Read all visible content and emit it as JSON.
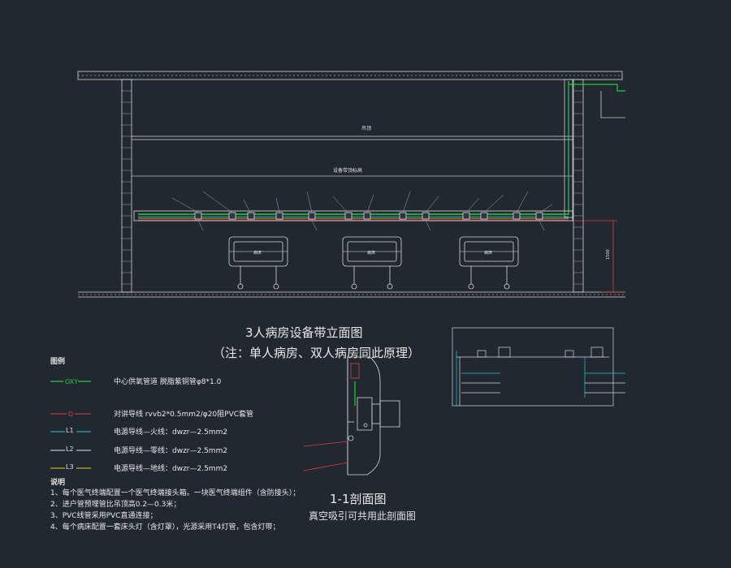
{
  "titles": {
    "elevation_title": "3人病房设备带立面图",
    "elevation_note": "（注：单人病房、双人病房同此原理）",
    "section_title": "1-1剖面图",
    "section_subtitle": "真空吸引可共用此剖面图"
  },
  "legend": {
    "heading": "图例",
    "items": [
      {
        "symbol": "OXY",
        "text": "中心供氧管道 脱脂紫铜管φ8*1.0",
        "color": "#22cc44"
      },
      {
        "symbol": "D",
        "text": "对讲导线 rvvb2*0.5mm2/φ20阻PVC套管",
        "color": "#d94040"
      },
      {
        "symbol": "L1",
        "text": "电源导线—火线：dwzr—2.5mm2",
        "color": "#22c8d8"
      },
      {
        "symbol": "L2",
        "text": "电源导线—零线：dwzr—2.5mm2",
        "color": "#e8e8e8"
      },
      {
        "symbol": "L3",
        "text": "电源导线—地线：dwzr—2.5mm2",
        "color": "#e8d020"
      }
    ]
  },
  "notes": {
    "heading": "说明",
    "lines": [
      "1、每个医气终端配置一个医气终端接头箱。一块医气终端组件（含防接头）；",
      "2、进户管预埋管比吊顶高0.2—0.3米；",
      "3、PVC线管采用PVC直通连接；",
      "4、每个病床配置一套床头灯（含灯罩），光源采用T4灯管，包含灯带；"
    ]
  },
  "elevation_labels": {
    "ceiling": "吊顶",
    "band": "设备带顶标高",
    "dimension": "1500",
    "bed1": "病床",
    "bed2": "病床",
    "bed3": "病床"
  }
}
